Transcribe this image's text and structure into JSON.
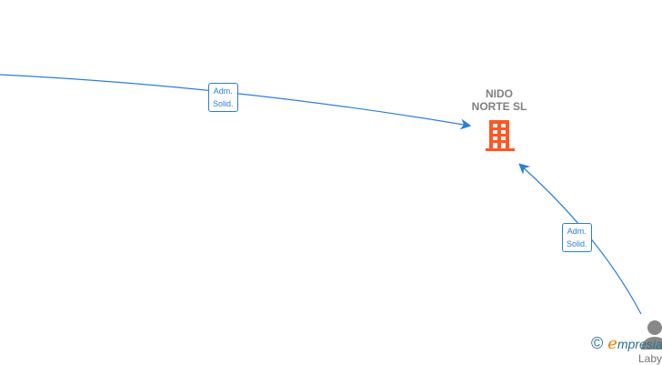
{
  "company": {
    "name_line1": "NIDO",
    "name_line2": "NORTE  SL",
    "icon": "building-icon",
    "color": "#ff5722"
  },
  "edges": [
    {
      "label_line1": "Adm.",
      "label_line2": "Solid."
    },
    {
      "label_line1": "Adm.",
      "label_line2": "Solid."
    }
  ],
  "person": {
    "icon": "person-icon",
    "name_partial": "Labyo"
  },
  "watermark": {
    "copyright": "©",
    "brand_e": "e",
    "brand_rest": "mpresia"
  },
  "colors": {
    "edge": "#2b7de1",
    "label_text": "#808080"
  }
}
